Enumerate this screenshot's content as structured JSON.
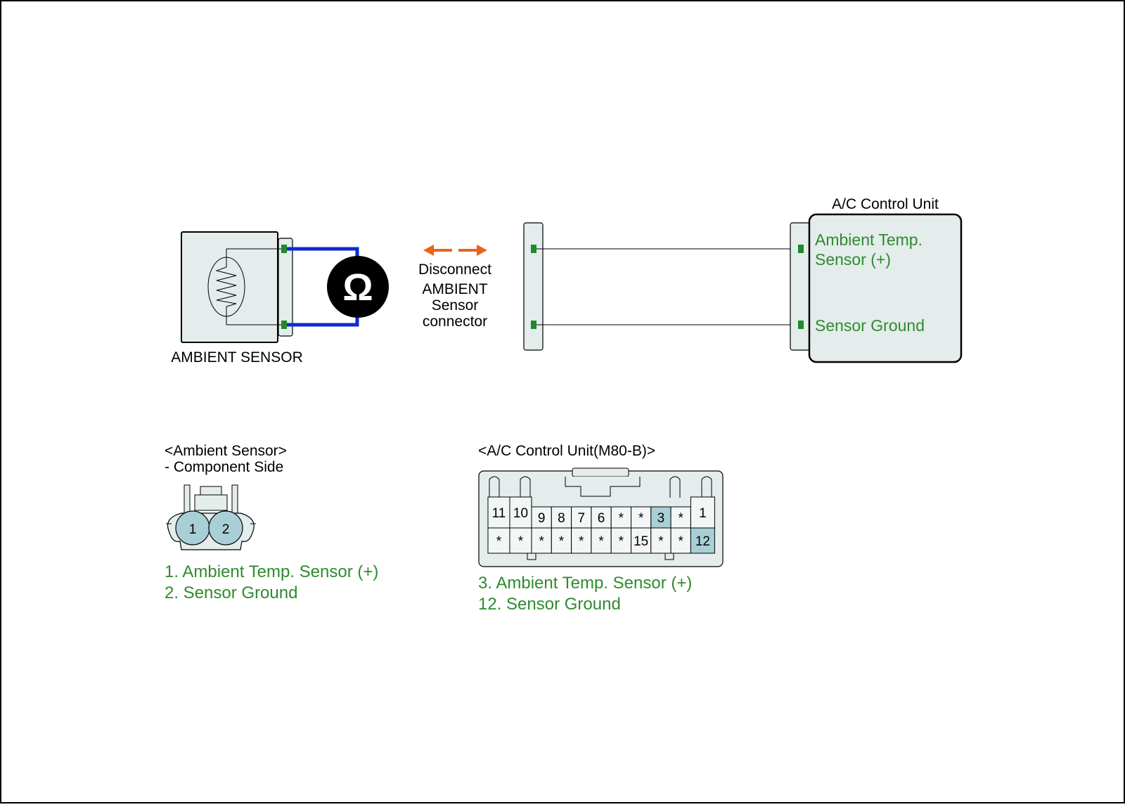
{
  "colors": {
    "wire_meter": "#0b2ad6",
    "arrow": "#e8641b",
    "terminal": "#1e8a2a",
    "body_fill": "#e4ecec",
    "pin_highlight": "#a9cfd6",
    "label_green": "#2e8b2e"
  },
  "icons": {
    "meter": "ohm-meter-icon",
    "thermistor": "thermistor-icon",
    "arrow": "double-arrow-icon"
  },
  "diagram": {
    "ambient_sensor_label": "AMBIENT SENSOR",
    "meter_symbol": "Ω",
    "disconnect_note": [
      "Disconnect",
      "AMBIENT",
      "Sensor",
      "connector"
    ],
    "control_unit_title": "A/C Control Unit",
    "control_unit_pins": {
      "pin_a": [
        "Ambient Temp.",
        "Sensor (+)"
      ],
      "pin_b": "Sensor Ground"
    }
  },
  "sensor_connector": {
    "title": "<Ambient Sensor>",
    "subtitle": "- Component Side",
    "pins": [
      "1",
      "2"
    ],
    "legend": [
      "1. Ambient Temp. Sensor (+)",
      "2. Sensor Ground"
    ]
  },
  "acu_connector": {
    "title": "<A/C Control Unit(M80-B)>",
    "top_left_pins": [
      "11",
      "10"
    ],
    "top_row": [
      "9",
      "8",
      "7",
      "6",
      "*",
      "*",
      "3",
      "*"
    ],
    "top_right_pin": "1",
    "bottom_left_pins": [
      "*",
      "*"
    ],
    "bottom_row": [
      "*",
      "*",
      "*",
      "*",
      "*",
      "15",
      "*",
      "*"
    ],
    "bottom_right_pin": "12",
    "highlighted_pins": [
      "3",
      "12"
    ],
    "legend": [
      "3. Ambient Temp. Sensor (+)",
      "12. Sensor Ground"
    ]
  }
}
